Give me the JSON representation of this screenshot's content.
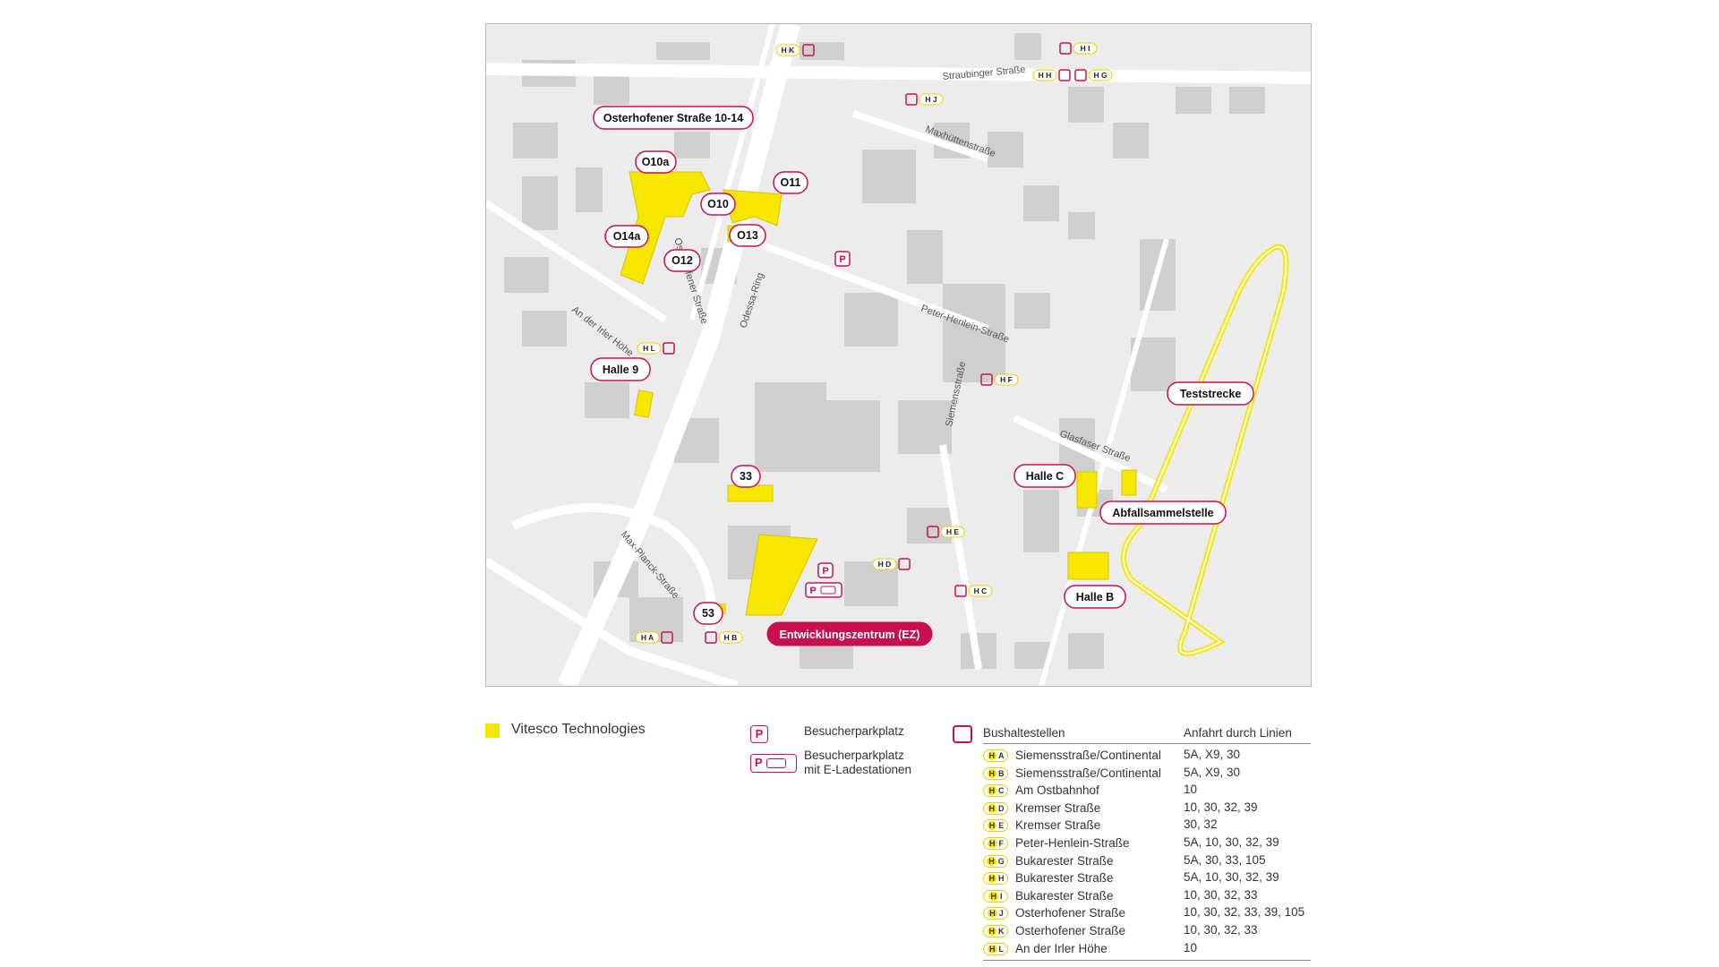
{
  "map": {
    "streets": [
      "Straubinger Straße",
      "Maxhüttenstraße",
      "Osterhofener Straße",
      "An der Irler Höhe",
      "Odessa-Ring",
      "Peter-Henlein-Straße",
      "Siemensstraße",
      "Glasfaser Straße",
      "Max-Planck-Straße"
    ],
    "labels": {
      "osterhofener_10_14": "Osterhofener Straße 10-14",
      "o10a": "O10a",
      "o10": "O10",
      "o11": "O11",
      "o12": "O12",
      "o13": "O13",
      "o14a": "O14a",
      "halle9": "Halle 9",
      "b33": "33",
      "b53": "53",
      "ez": "Entwicklungszentrum (EZ)",
      "teststrecke": "Teststrecke",
      "hallec": "Halle C",
      "halleb": "Halle B",
      "abfall": "Abfallsammelstelle"
    },
    "parking_label": "P",
    "stops": [
      "H K",
      "H I",
      "H H",
      "H G",
      "H J",
      "H L",
      "H F",
      "H E",
      "H D",
      "H C",
      "H A",
      "H B"
    ]
  },
  "legend": {
    "company": "Vitesco Technologies",
    "company_color": "#f6e600",
    "accent_color": "#c8104e",
    "parking": "Besucherparkplatz",
    "parking_ev_line1": "Besucherparkplatz",
    "parking_ev_line2": "mit E-Ladestationen",
    "bus_header": "Bushaltestellen",
    "lines_header": "Anfahrt durch Linien",
    "stops": [
      {
        "code": "A",
        "name": "Siemensstraße/Continental",
        "lines": "5A, X9, 30"
      },
      {
        "code": "B",
        "name": "Siemensstraße/Continental",
        "lines": "5A, X9, 30"
      },
      {
        "code": "C",
        "name": "Am Ostbahnhof",
        "lines": "10"
      },
      {
        "code": "D",
        "name": "Kremser Straße",
        "lines": "10, 30, 32, 39"
      },
      {
        "code": "E",
        "name": "Kremser Straße",
        "lines": "30, 32"
      },
      {
        "code": "F",
        "name": "Peter-Henlein-Straße",
        "lines": "5A, 10, 30, 32, 39"
      },
      {
        "code": "G",
        "name": "Bukarester Straße",
        "lines": "5A, 30, 33, 105"
      },
      {
        "code": "H",
        "name": "Bukarester Straße",
        "lines": "5A, 10, 30, 32, 39"
      },
      {
        "code": "I",
        "name": "Bukarester Straße",
        "lines": "10, 30, 32, 33"
      },
      {
        "code": "J",
        "name": "Osterhofener Straße",
        "lines": "10, 30, 32, 33, 39, 105"
      },
      {
        "code": "K",
        "name": "Osterhofener Straße",
        "lines": "10, 30, 32, 33"
      },
      {
        "code": "L",
        "name": "An der Irler Höhe",
        "lines": "10"
      }
    ]
  }
}
